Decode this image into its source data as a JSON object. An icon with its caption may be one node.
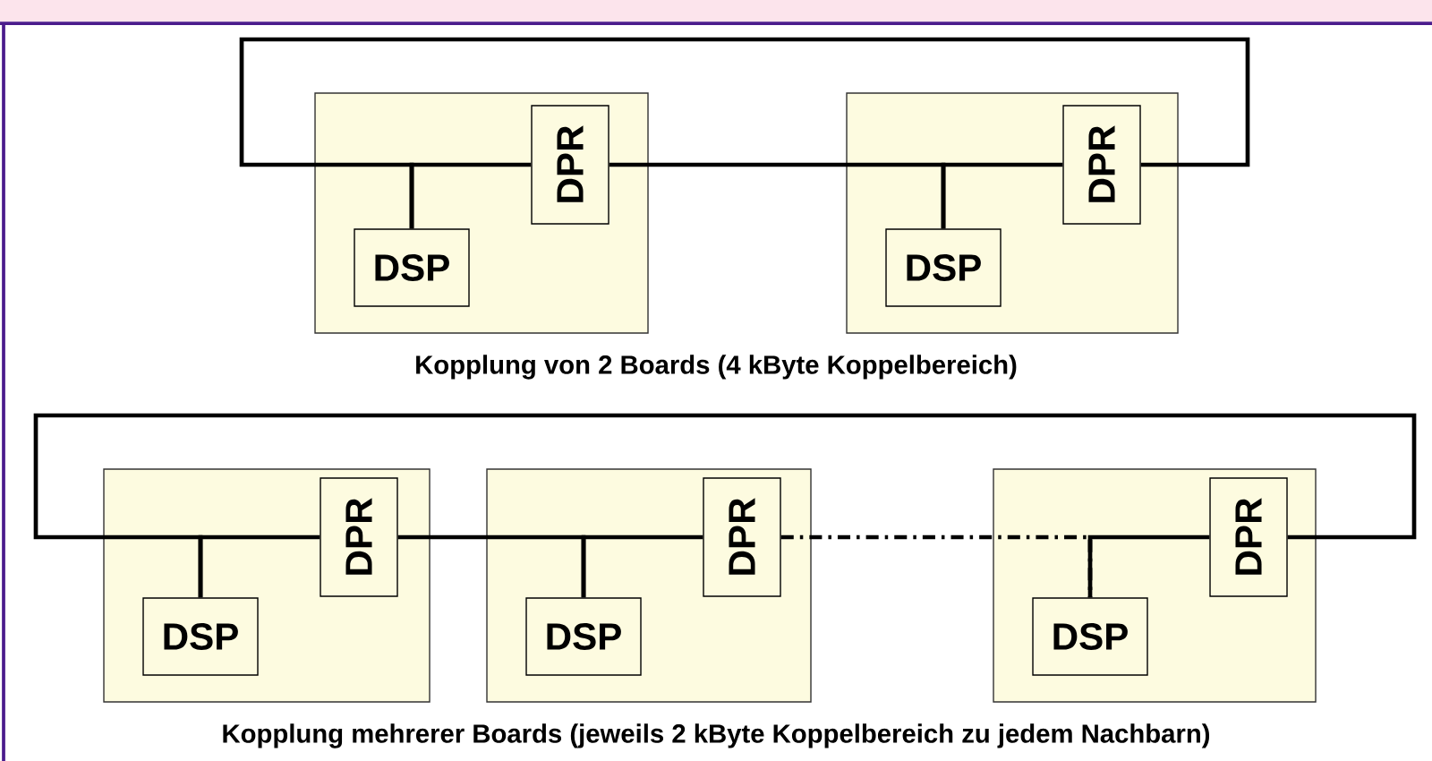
{
  "diagram": {
    "nodes": [
      {
        "text": [],
        "shape": "box"
      },
      {
        "text": [
          "DPR"
        ],
        "in": 0
      },
      {
        "text": [
          "DSP"
        ],
        "in": 0
      },
      {
        "text": [],
        "shape": "box"
      },
      {
        "text": [
          "DPR"
        ],
        "in": 3
      },
      {
        "text": [
          "DSP"
        ],
        "in": 3
      },
      {
        "text": [],
        "shape": "box"
      },
      {
        "text": [
          "DPR"
        ],
        "in": 6
      },
      {
        "text": [
          "DSP"
        ],
        "in": 6
      },
      {
        "text": [],
        "shape": "box"
      },
      {
        "text": [
          "DPR"
        ],
        "in": 9
      },
      {
        "text": [
          "DSP"
        ],
        "in": 9
      },
      {
        "text": [],
        "shape": "box"
      },
      {
        "text": [
          "DPR"
        ],
        "in": 12
      },
      {
        "text": [
          "DSP"
        ],
        "in": 12
      }
    ],
    "edges": [
      {
        "from": 2,
        "to": 1,
        "arrow": "none"
      },
      {
        "from": 1,
        "to": 5,
        "arrow": "none"
      },
      {
        "from": 5,
        "to": 4,
        "arrow": "none"
      },
      {
        "from": 4,
        "to": 2,
        "arrow": "none"
      },
      {
        "from": 8,
        "to": 7,
        "arrow": "none"
      },
      {
        "from": 7,
        "to": 11,
        "arrow": "none"
      },
      {
        "from": 11,
        "to": 10,
        "arrow": "none"
      },
      {
        "from": 10,
        "to": 14,
        "arrow": "none",
        "style": "dashed"
      },
      {
        "from": 14,
        "to": 13,
        "arrow": "none"
      },
      {
        "from": 13,
        "to": 8,
        "arrow": "none"
      }
    ],
    "labels": [
      "Kopplung von 2 Boards (4 kByte Koppelbereich)",
      "Kopplung mehrerer Boards (jeweils 2 kByte Koppelbereich zu jedem Nachbarn)"
    ]
  }
}
